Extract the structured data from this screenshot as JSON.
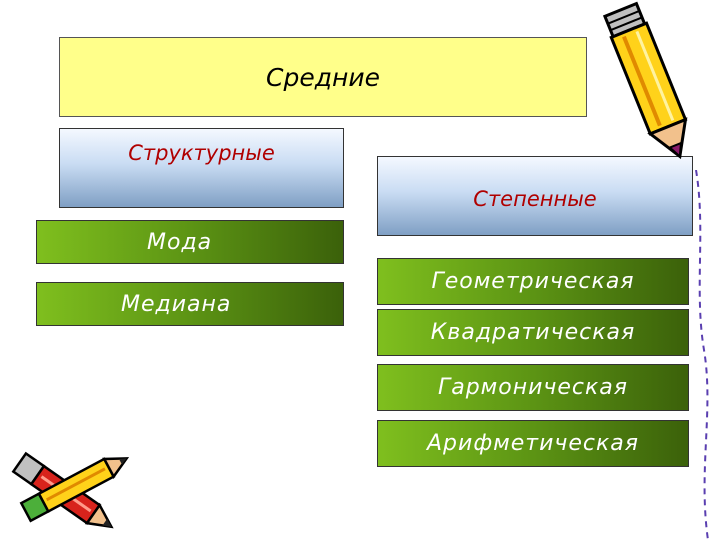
{
  "diagram": {
    "root": "Средние",
    "branches": [
      {
        "label": "Структурные",
        "children": [
          "Мода",
          "Медиана"
        ]
      },
      {
        "label": "Степенные",
        "children": [
          "Геометрическая",
          "Квадратическая",
          "Гармоническая",
          "Арифметическая"
        ]
      }
    ]
  },
  "colors": {
    "root_fill": "#ffff8a",
    "branch_text": "#b00000",
    "leaf_fill": "#5c9414",
    "leaf_text": "#ffffff"
  },
  "icons": [
    "pencil-icon",
    "crossed-pencils-icon",
    "dashed-line-decoration"
  ]
}
